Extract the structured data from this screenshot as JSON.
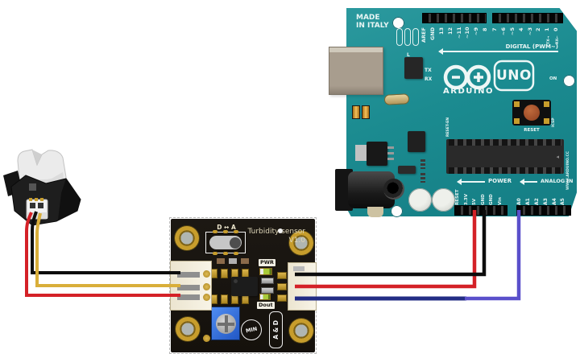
{
  "arduino": {
    "made_in_line1": "MADE",
    "made_in_line2": "IN ITALY",
    "brand": "ARDUINO",
    "model": "UNO",
    "digital_caption": "DIGITAL (PWM~)",
    "digital_pins_left": [
      "AREF",
      "GND",
      "13",
      "12",
      "~11",
      "~10",
      "~9",
      "8"
    ],
    "digital_pins_right": [
      "7",
      "~6",
      "~5",
      "4",
      "~3",
      "2",
      "1",
      "0"
    ],
    "tx_pin_flag": "TX→",
    "rx_pin_flag": "RX←",
    "l_label": "L",
    "tx_label": "TX",
    "rx_label": "RX",
    "on_label": "ON",
    "reset_en_label": "RESET-EN",
    "reset_label": "RESET",
    "icsp_label": "ICSP",
    "website": "WWW.ARDUINO.CC",
    "power_caption": "POWER",
    "power_pins": [
      "RESET",
      "3.3V",
      "5V",
      "GND",
      "GND",
      "Vin"
    ],
    "analog_caption": "ANALOG IN",
    "analog_pins": [
      "A0",
      "A1",
      "A2",
      "A3",
      "A4",
      "A5"
    ]
  },
  "sensor_module": {
    "switch_label": "D ↔ A",
    "title": "Turbidity sensor",
    "version": "V1.0",
    "pwr_led_label": "PWR",
    "dout_led_label": "Dout",
    "min_label": "MIN",
    "ad_label": "A & D"
  },
  "wiring": {
    "probe_to_module": [
      {
        "color": "black"
      },
      {
        "color": "yellow"
      },
      {
        "color": "red"
      }
    ],
    "module_to_arduino": [
      {
        "color": "black",
        "arduino_pin": "GND"
      },
      {
        "color": "red",
        "arduino_pin": "5V"
      },
      {
        "color": "blue",
        "arduino_pin": "A0"
      }
    ]
  },
  "colors": {
    "arduino_teal": "#1b8b90",
    "module_pcb": "#17130e",
    "gold": "#c79d2c",
    "wire_red": "#d42127",
    "wire_black": "#0d0d0d",
    "wire_yellow": "#d9ae3a",
    "wire_navy": "#232d85",
    "wire_violet": "#5a50cb",
    "pot_blue": "#2d6fdd",
    "led_green": "#a9cb3a"
  }
}
